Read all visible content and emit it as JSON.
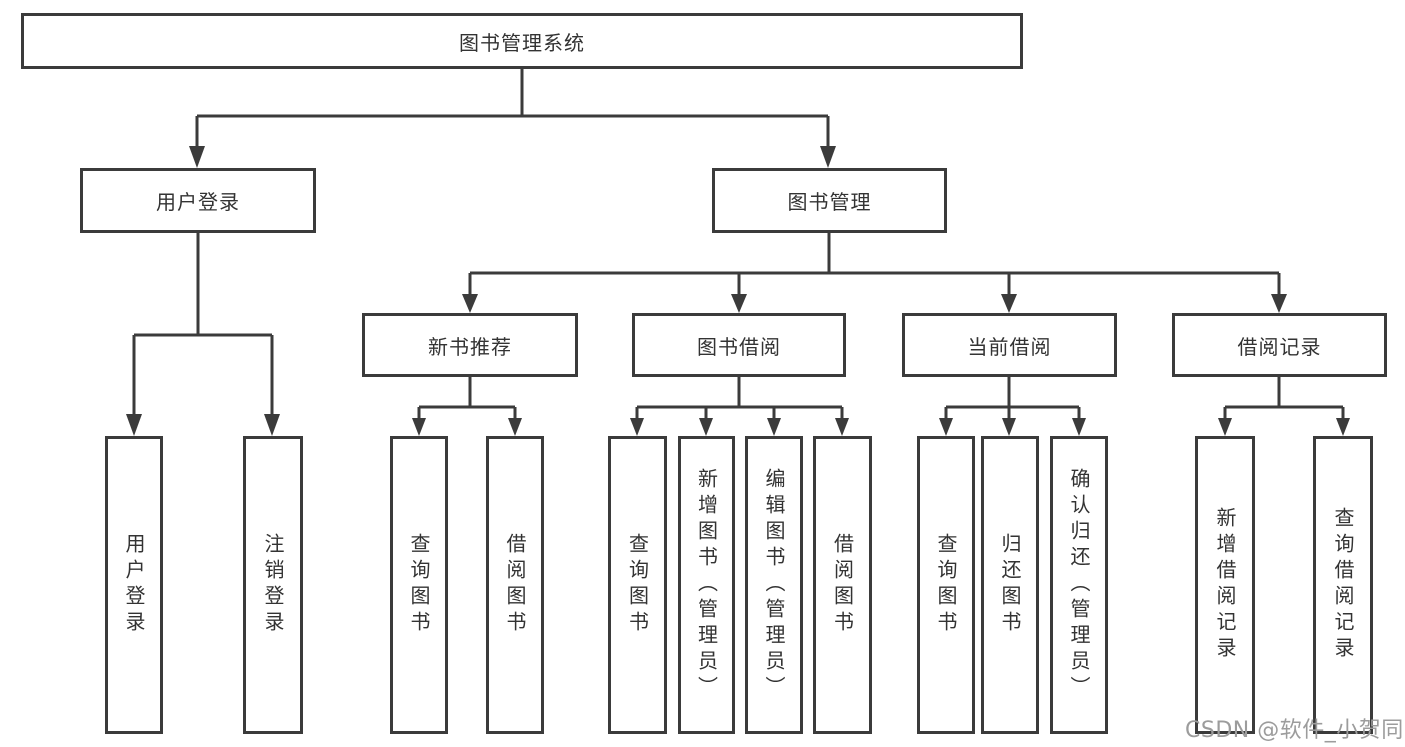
{
  "colors": {
    "background": "#ffffff",
    "line": "#3b3b3b",
    "text": "#333333",
    "watermark": "#9c9c9c"
  },
  "watermark": {
    "text": "CSDN @软件_小贺同学"
  },
  "diagram": {
    "root": {
      "label": "图书管理系统",
      "children": [
        {
          "label": "用户登录",
          "children": [
            {
              "label": "用户登录"
            },
            {
              "label": "注销登录"
            }
          ]
        },
        {
          "label": "图书管理",
          "children": [
            {
              "label": "新书推荐",
              "children": [
                {
                  "label": "查询图书"
                },
                {
                  "label": "借阅图书"
                }
              ]
            },
            {
              "label": "图书借阅",
              "children": [
                {
                  "label": "查询图书"
                },
                {
                  "label": "新增图书（管理员）"
                },
                {
                  "label": "编辑图书（管理员）"
                },
                {
                  "label": "借阅图书"
                }
              ]
            },
            {
              "label": "当前借阅",
              "children": [
                {
                  "label": "查询图书"
                },
                {
                  "label": "归还图书"
                },
                {
                  "label": "确认归还（管理员）"
                }
              ]
            },
            {
              "label": "借阅记录",
              "children": [
                {
                  "label": "新增借阅记录"
                },
                {
                  "label": "查询借阅记录"
                }
              ]
            }
          ]
        }
      ]
    }
  }
}
